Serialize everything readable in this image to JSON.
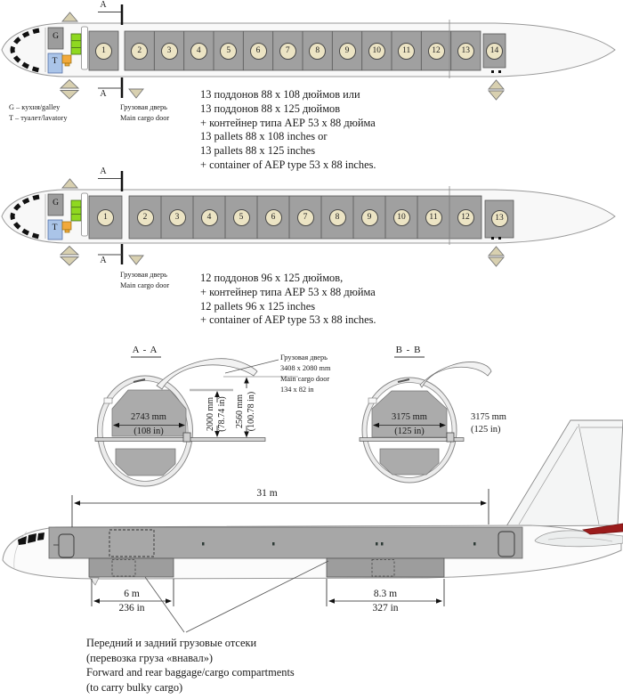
{
  "config1": {
    "section_marker": "A",
    "galley_letter": "G",
    "lavatory_letter": "T",
    "pallet_numbers": [
      "1",
      "2",
      "3",
      "4",
      "5",
      "6",
      "7",
      "8",
      "9",
      "10",
      "11",
      "12",
      "13",
      "14"
    ],
    "legend_galley": "G – кухня/galley",
    "legend_lavatory": "T – туалет/lavatory",
    "cargo_door_ru": "Грузовая дверь",
    "cargo_door_en": "Main cargo door",
    "description_lines": [
      "13 поддонов 88 х 108 дюймов или",
      "13 поддонов 88 х 125 дюймов",
      "+ контейнер типа АЕР 53 х 88 дюйма",
      "13 pallets 88 x 108 inches or",
      "13 pallets 88 x 125 inches",
      "+ container of AEP type 53 x 88 inches."
    ]
  },
  "config2": {
    "section_marker": "A",
    "galley_letter": "G",
    "lavatory_letter": "T",
    "pallet_numbers": [
      "1",
      "2",
      "3",
      "4",
      "5",
      "6",
      "7",
      "8",
      "9",
      "10",
      "11",
      "12",
      "13"
    ],
    "cargo_door_ru": "Грузовая дверь",
    "cargo_door_en": "Main cargo door",
    "description_lines": [
      "12 поддонов 96 х 125 дюймов,",
      "+ контейнер типа АЕР 53 х 88 дюйма",
      "12 pallets 96 x 125 inches",
      "+ container of AEP type 53 x 88 inches."
    ]
  },
  "section_aa": {
    "title": "A - A",
    "width_mm": "2743 mm",
    "width_in": "(108 in)",
    "height1_mm": "2000 mm",
    "height1_in": "(78.74 in)",
    "height2_mm": "2560 mm",
    "height2_in": "(100.78 in)",
    "door_note_lines": [
      "Грузовая дверь",
      "3408 x 2080 mm",
      "Main cargo door",
      "134 x 82 in"
    ]
  },
  "section_bb": {
    "title": "B - B",
    "width_mm": "3175 mm",
    "width_in": "(125 in)",
    "ext_mm": "3175 mm",
    "ext_in": "(125 in)"
  },
  "side_view": {
    "total_length": "31 m",
    "front_bay_m": "6 m",
    "front_bay_in": "236 in",
    "rear_bay_m": "8.3 m",
    "rear_bay_in": "327 in",
    "note_lines": [
      "Передний и задний грузовые отсеки",
      "(перевозка груза «внавал»)",
      "Forward and rear baggage/cargo compartments",
      "(to carry bulky cargo)"
    ]
  },
  "colors": {
    "pallet_gray": "#a0a0a0",
    "circle_fill": "#ece4c4",
    "triangle_fill": "#d8d0b0",
    "galley_green": "#8fd820",
    "lavatory_blue": "#aac4e8",
    "orange": "#f2a93b",
    "stabilizer_red": "#9b1c1c"
  }
}
